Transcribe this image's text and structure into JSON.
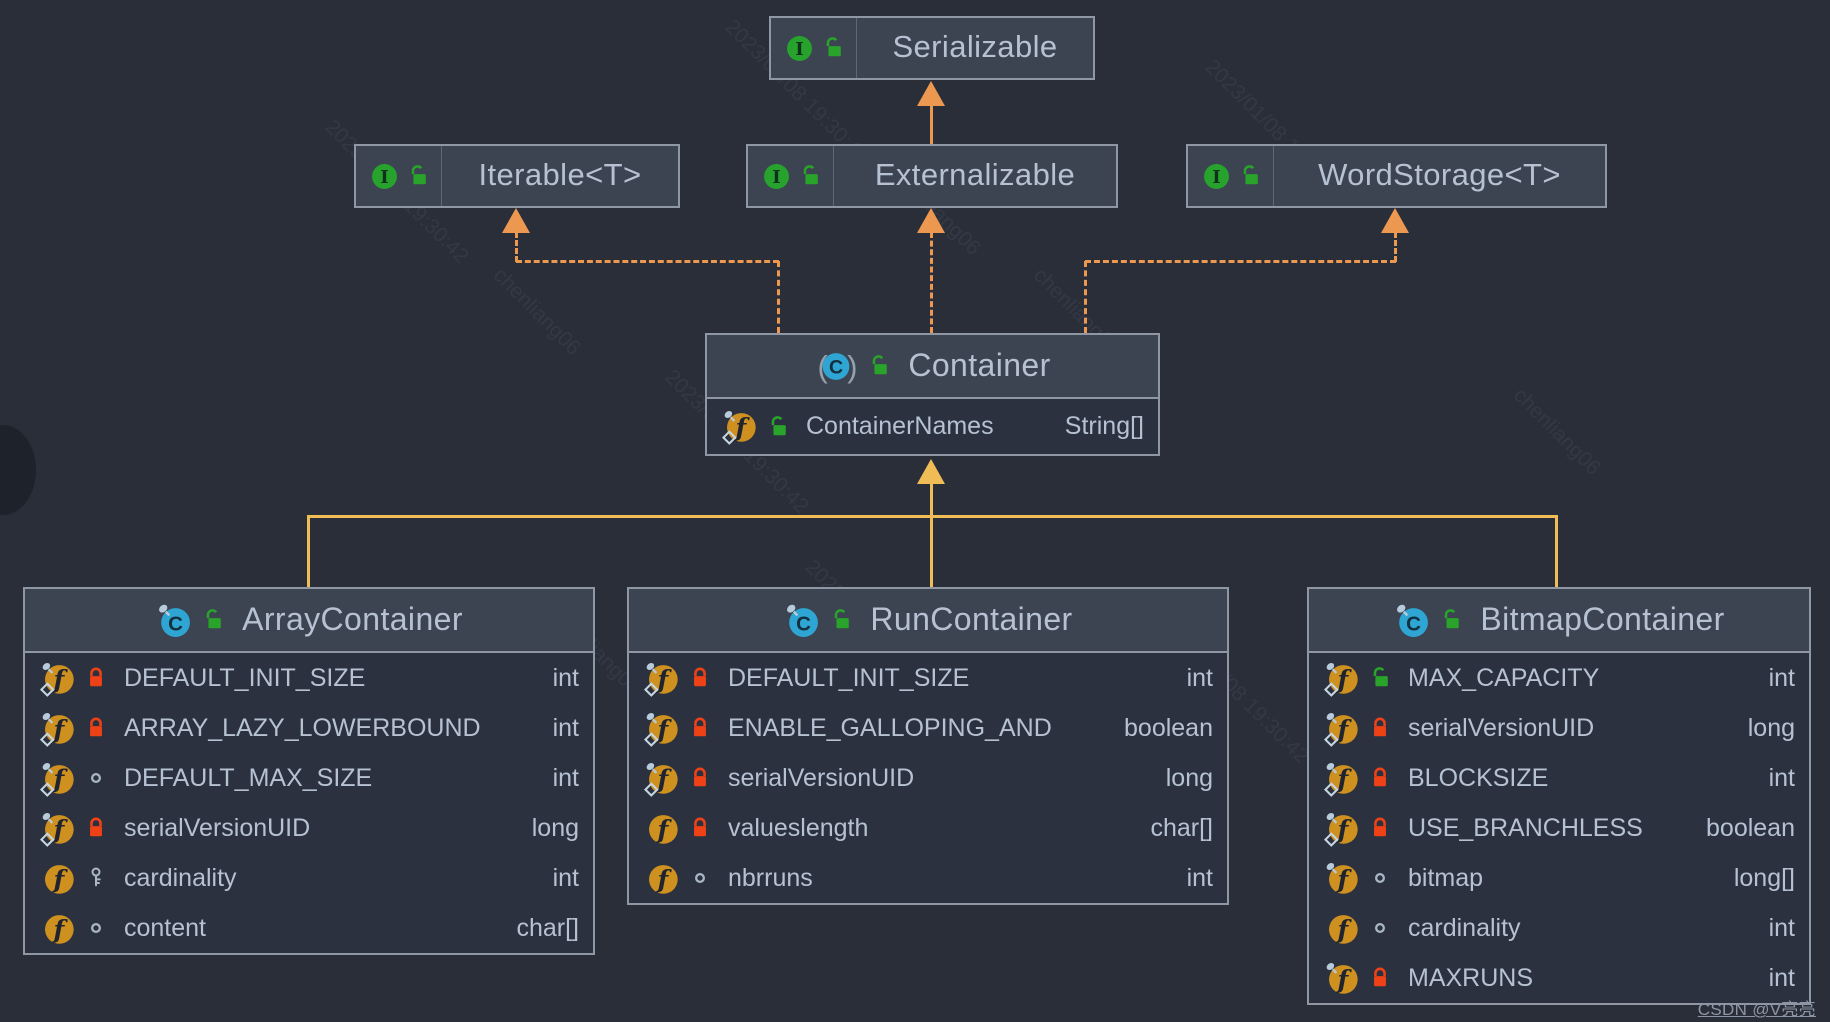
{
  "watermark": {
    "line1": "2023/01/08 19:30:42",
    "line2": "chenliang06",
    "credit": "CSDN @V亮亮"
  },
  "colors": {
    "canvas_bg": "#2A2E39",
    "node_title_bg": "#3C4351",
    "node_body_bg": "#2C3140",
    "node_border": "#8F97A4",
    "text": "#B6C2D2",
    "orange": "#EC9850",
    "yellow": "#EFBC55",
    "green": "#2AA32B",
    "red": "#EE4116",
    "amber": "#CE9120",
    "blue": "#2EA5D3"
  },
  "nodes": {
    "serializable": {
      "kind": "interface",
      "icon": "interface-icon",
      "visibility": "public",
      "title": "Serializable"
    },
    "iterable": {
      "kind": "interface",
      "icon": "interface-icon",
      "visibility": "public",
      "title": "Iterable<T>"
    },
    "externalizable": {
      "kind": "interface",
      "icon": "interface-icon",
      "visibility": "public",
      "title": "Externalizable"
    },
    "wordstorage": {
      "kind": "interface",
      "icon": "interface-icon",
      "visibility": "public",
      "title": "WordStorage<T>"
    },
    "container": {
      "kind": "abstract-class",
      "icon": "abstract-class-icon",
      "visibility": "public",
      "title": "Container",
      "fields": [
        {
          "name": "ContainerNames",
          "type": "String[]",
          "modifier": "static-final",
          "visibility": "public"
        }
      ]
    },
    "arraycontainer": {
      "kind": "final-class",
      "icon": "class-icon",
      "visibility": "public",
      "title": "ArrayContainer",
      "fields": [
        {
          "name": "DEFAULT_INIT_SIZE",
          "type": "int",
          "modifier": "static-final",
          "visibility": "private"
        },
        {
          "name": "ARRAY_LAZY_LOWERBOUND",
          "type": "int",
          "modifier": "static-final",
          "visibility": "private"
        },
        {
          "name": "DEFAULT_MAX_SIZE",
          "type": "int",
          "modifier": "static-final",
          "visibility": "package"
        },
        {
          "name": "serialVersionUID",
          "type": "long",
          "modifier": "static-final",
          "visibility": "private"
        },
        {
          "name": "cardinality",
          "type": "int",
          "modifier": "none",
          "visibility": "protected"
        },
        {
          "name": "content",
          "type": "char[]",
          "modifier": "none",
          "visibility": "package"
        }
      ]
    },
    "runcontainer": {
      "kind": "final-class",
      "icon": "class-icon",
      "visibility": "public",
      "title": "RunContainer",
      "fields": [
        {
          "name": "DEFAULT_INIT_SIZE",
          "type": "int",
          "modifier": "static-final",
          "visibility": "private"
        },
        {
          "name": "ENABLE_GALLOPING_AND",
          "type": "boolean",
          "modifier": "static-final",
          "visibility": "private"
        },
        {
          "name": "serialVersionUID",
          "type": "long",
          "modifier": "static-final",
          "visibility": "private"
        },
        {
          "name": "valueslength",
          "type": "char[]",
          "modifier": "none",
          "visibility": "private"
        },
        {
          "name": "nbrruns",
          "type": "int",
          "modifier": "none",
          "visibility": "package"
        }
      ]
    },
    "bitmapcontainer": {
      "kind": "final-class",
      "icon": "class-icon",
      "visibility": "public",
      "title": "BitmapContainer",
      "fields": [
        {
          "name": "MAX_CAPACITY",
          "type": "int",
          "modifier": "static-final",
          "visibility": "public"
        },
        {
          "name": "serialVersionUID",
          "type": "long",
          "modifier": "static-final",
          "visibility": "private"
        },
        {
          "name": "BLOCKSIZE",
          "type": "int",
          "modifier": "static-final",
          "visibility": "private"
        },
        {
          "name": "USE_BRANCHLESS",
          "type": "boolean",
          "modifier": "static-final",
          "visibility": "private"
        },
        {
          "name": "bitmap",
          "type": "long[]",
          "modifier": "final",
          "visibility": "package"
        },
        {
          "name": "cardinality",
          "type": "int",
          "modifier": "none",
          "visibility": "package"
        },
        {
          "name": "MAXRUNS",
          "type": "int",
          "modifier": "final",
          "visibility": "private"
        }
      ]
    }
  },
  "edges": [
    {
      "from": "Externalizable",
      "to": "Serializable",
      "type": "extends"
    },
    {
      "from": "Container",
      "to": "Iterable<T>",
      "type": "implements"
    },
    {
      "from": "Container",
      "to": "Externalizable",
      "type": "implements"
    },
    {
      "from": "Container",
      "to": "WordStorage<T>",
      "type": "implements"
    },
    {
      "from": "ArrayContainer",
      "to": "Container",
      "type": "extends"
    },
    {
      "from": "RunContainer",
      "to": "Container",
      "type": "extends"
    },
    {
      "from": "BitmapContainer",
      "to": "Container",
      "type": "extends"
    }
  ]
}
